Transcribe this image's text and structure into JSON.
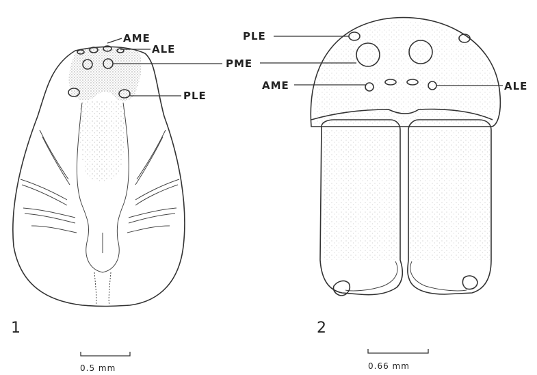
{
  "figure1": {
    "number": "1",
    "labels": {
      "ame": "AME",
      "ale": "ALE",
      "ple": "PLE"
    },
    "scale_bar": "0.5 mm"
  },
  "figure2": {
    "number": "2",
    "labels": {
      "ple": "PLE",
      "pme": "PME",
      "ame": "AME",
      "ale": "ALE"
    },
    "scale_bar": "0.66 mm"
  }
}
